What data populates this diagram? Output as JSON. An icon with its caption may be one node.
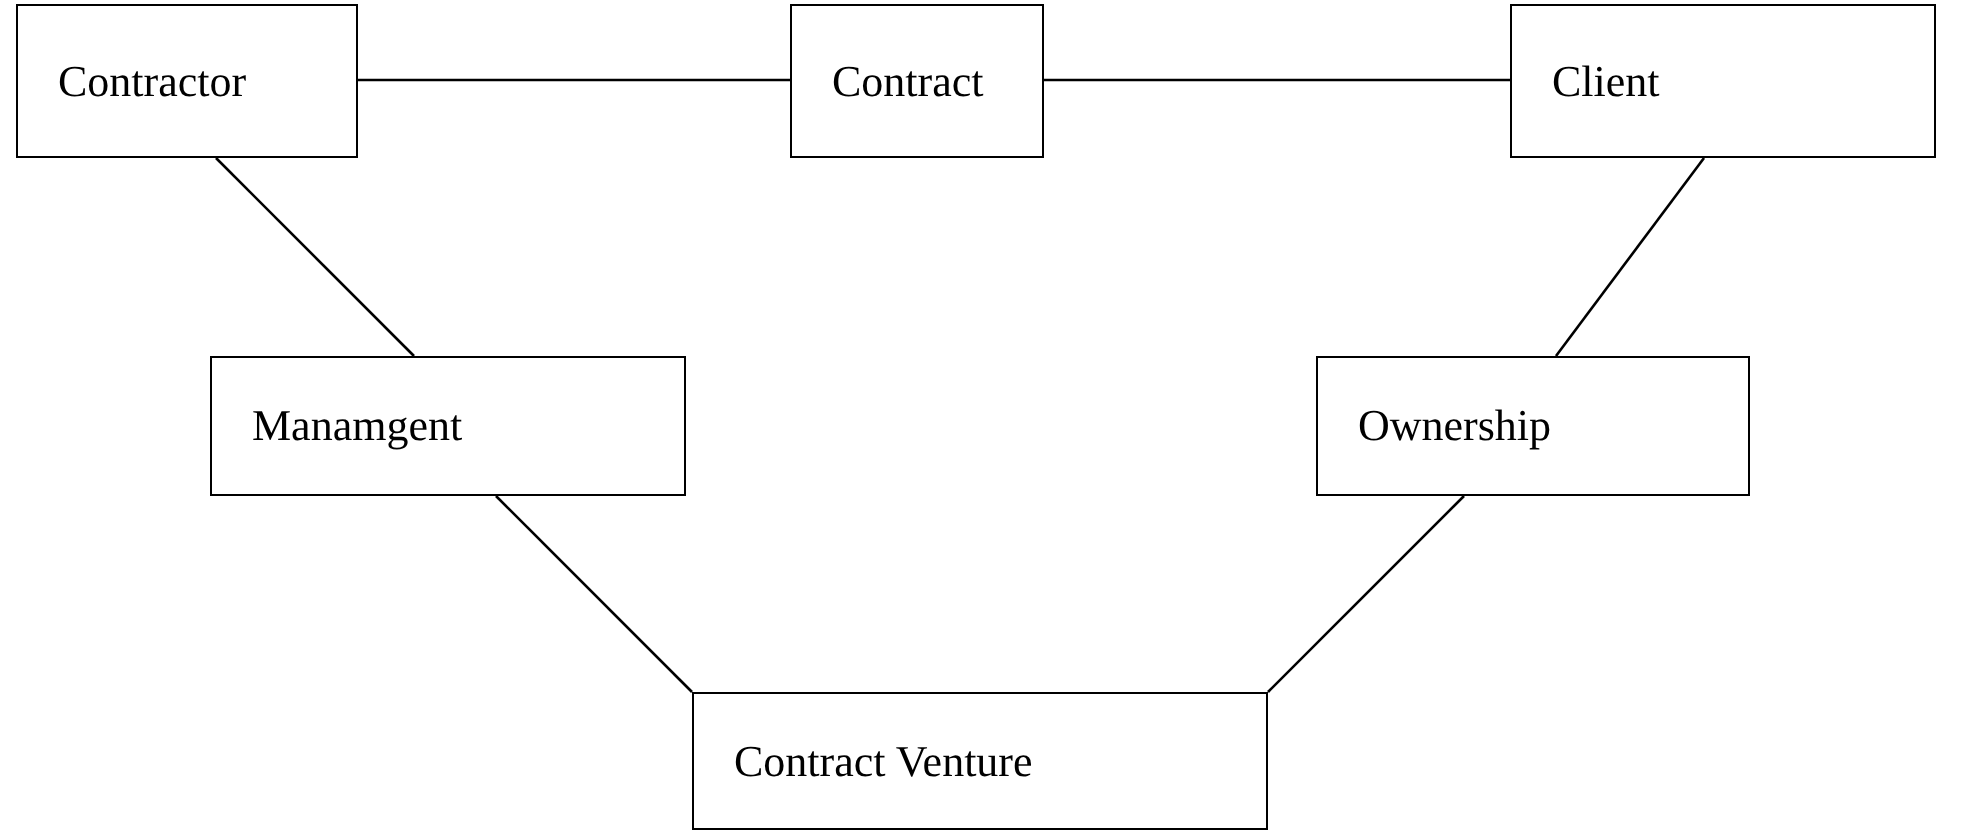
{
  "diagram": {
    "nodes": [
      {
        "text": [
          "Contractor"
        ]
      },
      {
        "text": [
          "Contract"
        ]
      },
      {
        "text": [
          "Client"
        ]
      },
      {
        "text": [
          "Manamgent"
        ]
      },
      {
        "text": [
          "Ownership"
        ]
      },
      {
        "text": [
          "Contract Venture"
        ]
      }
    ],
    "edges": [
      {
        "from": 0,
        "to": 1,
        "arrow": "none"
      },
      {
        "from": 1,
        "to": 2,
        "arrow": "none"
      },
      {
        "from": 0,
        "to": 3,
        "arrow": "none"
      },
      {
        "from": 2,
        "to": 4,
        "arrow": "none"
      },
      {
        "from": 3,
        "to": 5,
        "arrow": "none"
      },
      {
        "from": 4,
        "to": 5,
        "arrow": "none"
      }
    ]
  }
}
